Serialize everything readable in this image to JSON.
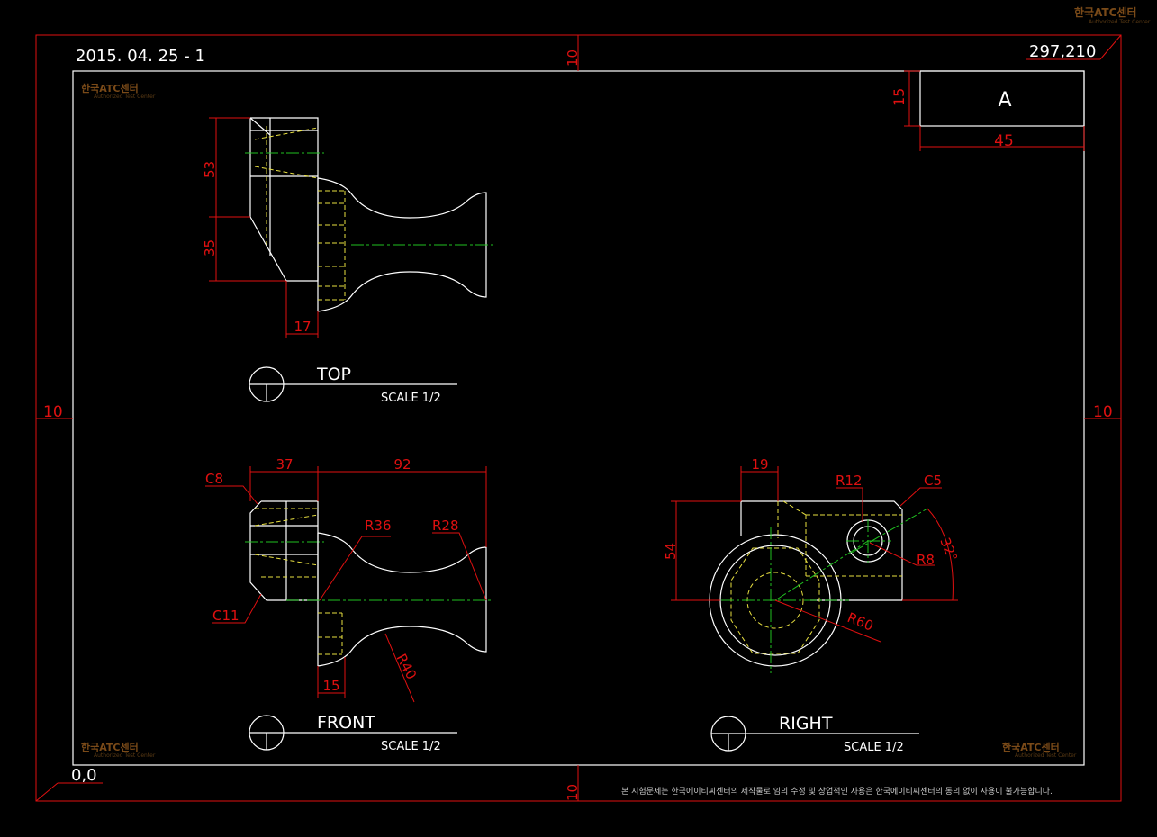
{
  "header": {
    "drawing_no": "2015. 04. 25 - 1",
    "paper_size": "297,210",
    "origin": "0,0",
    "part_label": "A"
  },
  "border_dims": {
    "top": "10",
    "bottom": "10",
    "left": "10",
    "right": "10",
    "title_h": "15",
    "title_w": "45"
  },
  "views": {
    "top": {
      "name": "TOP",
      "scale": "SCALE 1/2"
    },
    "front": {
      "name": "FRONT",
      "scale": "SCALE 1/2"
    },
    "right": {
      "name": "RIGHT",
      "scale": "SCALE 1/2"
    }
  },
  "dims": {
    "top_53": "53",
    "top_35": "35",
    "top_17": "17",
    "front_37": "37",
    "front_92": "92",
    "front_15": "15",
    "front_c8": "C8",
    "front_c11": "C11",
    "front_r36": "R36",
    "front_r28": "R28",
    "front_r40": "R40",
    "right_19": "19",
    "right_54": "54",
    "right_r12": "R12",
    "right_c5": "C5",
    "right_r8": "R8",
    "right_r60": "R60",
    "right_32": "32°"
  },
  "watermark": {
    "brand": "한국ATC센터",
    "sub": "Authorized Test Center"
  },
  "notice": "본 시험문제는 한국에이티씨센터의 제작물로 임의 수정 및 상업적인 사용은 한국에이티씨센터의 동의 없이 사용이 불가능합니다.",
  "colors": {
    "outline": "#ffffff",
    "dimension": "#e01010",
    "hidden": "#e8e040",
    "center": "#20c020"
  }
}
